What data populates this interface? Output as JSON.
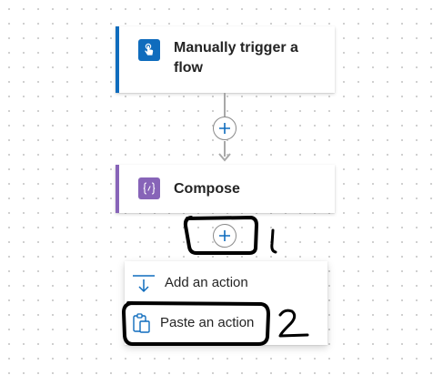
{
  "flow": {
    "trigger": {
      "title": "Manually trigger a flow",
      "icon": "hand-touch-icon",
      "accent": "#0f6cbd"
    },
    "compose": {
      "title": "Compose",
      "icon": "curly-braces-icon",
      "accent": "#8764b8"
    }
  },
  "insert_menu": {
    "items": [
      {
        "label": "Add an action",
        "icon": "add-action-icon"
      },
      {
        "label": "Paste an action",
        "icon": "clipboard-paste-icon"
      }
    ]
  },
  "annotations": {
    "marks": [
      "1",
      "2"
    ]
  },
  "colors": {
    "plus_blue": "#0f6cbd",
    "annotation_ink": "#000000"
  }
}
